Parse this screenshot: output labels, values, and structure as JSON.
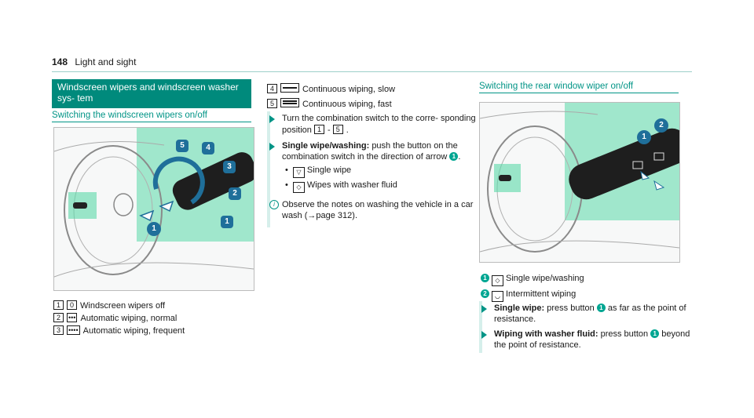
{
  "page": {
    "number": "148",
    "title": "Light and sight"
  },
  "section_title": "Windscreen wipers and windscreen washer sys- tem",
  "left": {
    "subhead": "Switching the windscreen wipers on/off",
    "figure_labels": [
      "5",
      "4",
      "3",
      "2",
      "1",
      "1"
    ],
    "positions": [
      {
        "key": "1",
        "symbol": "0",
        "text": "Windscreen wipers off"
      },
      {
        "key": "2",
        "symbol": "•••",
        "text": "Automatic wiping, normal"
      },
      {
        "key": "3",
        "symbol": "••••",
        "text": "Automatic wiping, frequent"
      }
    ]
  },
  "middle": {
    "positions": [
      {
        "key": "4",
        "text": "Continuous wiping, slow"
      },
      {
        "key": "5",
        "text": "Continuous wiping, fast"
      }
    ],
    "step1": {
      "pre": "Turn the combination switch to the corre- sponding position",
      "k1": "1",
      "dash": "-",
      "k2": "5",
      "end": "."
    },
    "step2": {
      "bold": "Single wipe/washing:",
      "text": "push the button on the combination switch in the direction of arrow",
      "num": "1",
      "end": "."
    },
    "bullets": [
      {
        "icon": "single-wipe-icon",
        "text": "Single wipe"
      },
      {
        "icon": "washer-fluid-icon",
        "text": "Wipes with washer fluid"
      }
    ],
    "info": {
      "text": "Observe the notes on washing the vehicle in a car wash (",
      "arrow": "→",
      "ref": "page 312",
      "end": ")."
    }
  },
  "right": {
    "subhead": "Switching the rear window wiper on/off",
    "figure_labels": [
      "1",
      "2"
    ],
    "legend": [
      {
        "num": "1",
        "text": "Single wipe/washing"
      },
      {
        "num": "2",
        "text": "Intermittent wiping"
      }
    ],
    "step1": {
      "bold": "Single wipe:",
      "text": "press button",
      "num": "1",
      "text2": "as far as the point of resistance."
    },
    "step2": {
      "bold": "Wiping with washer fluid:",
      "text": "press button",
      "num": "1",
      "text2": "beyond the point of resistance."
    }
  },
  "colors": {
    "accent": "#008a7c",
    "figure_highlight": "#5ad9a8",
    "badge": "#00a692"
  }
}
